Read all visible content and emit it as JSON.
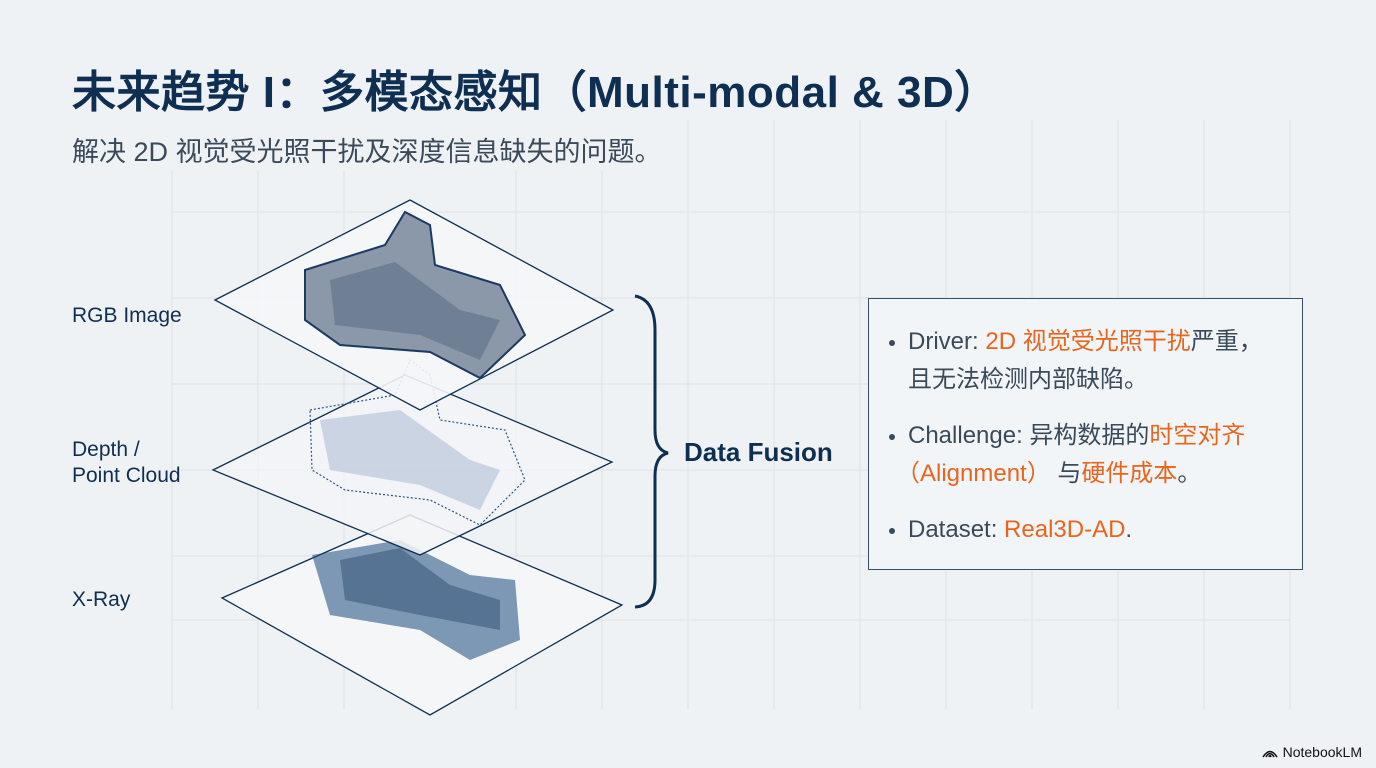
{
  "header": {
    "title": "未来趋势 I：多模态感知（Multi-modal & 3D）",
    "subtitle": "解决 2D 视觉受光照干扰及深度信息缺失的问题。"
  },
  "layers": [
    {
      "label": "RGB Image"
    },
    {
      "label_line1": "Depth /",
      "label_line2": "Point Cloud"
    },
    {
      "label": "X-Ray"
    }
  ],
  "fusion_label": "Data Fusion",
  "info_box": {
    "driver": {
      "key": "Driver: ",
      "hl": "2D 视觉受光照干扰",
      "rest": "严重，",
      "line2": "且无法检测内部缺陷。"
    },
    "challenge": {
      "key": "Challenge: ",
      "text": "异构数据的",
      "hl": "时空对齐",
      "hl2": "（Alignment）",
      "mid": "与",
      "hl3": "硬件成本",
      "end": "。"
    },
    "dataset": {
      "key": "Dataset: ",
      "hl": "Real3D-AD",
      "end": "."
    }
  },
  "brand": "NotebookLM",
  "colors": {
    "primary": "#0f2f52",
    "accent": "#e8651e",
    "background": "#eff2f4"
  }
}
